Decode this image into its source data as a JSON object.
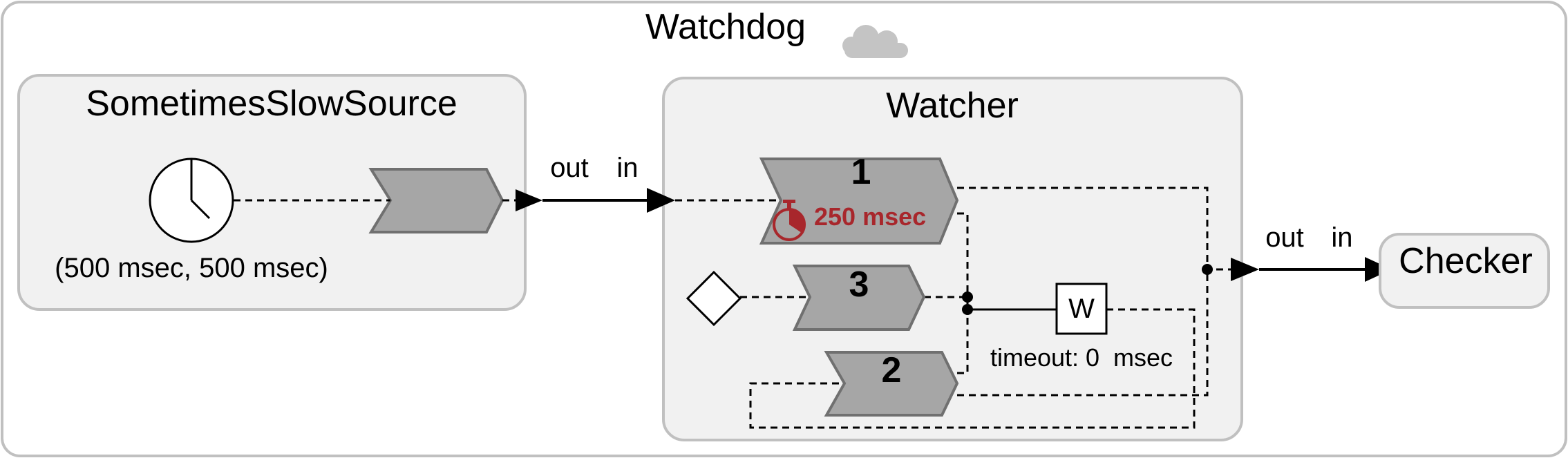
{
  "diagram": {
    "title": "Watchdog",
    "title_icon": "cloud-icon",
    "source": {
      "title": "SometimesSlowSource",
      "timer_label": "(500 msec, 500 msec)",
      "timer_icon": "clock-icon",
      "port_out": "out"
    },
    "watcher": {
      "title": "Watcher",
      "port_in": "in",
      "port_out": "out",
      "reaction1": {
        "label": "1",
        "deadline": "250 msec",
        "deadline_icon": "stopwatch-icon"
      },
      "reaction3": {
        "label": "3",
        "trigger_icon": "diamond-icon"
      },
      "reaction2": {
        "label": "2"
      },
      "action": {
        "label": "W",
        "timeout": "timeout: 0  msec"
      }
    },
    "checker": {
      "title": "Checker",
      "port_in": "in"
    },
    "colors": {
      "reactor_fill": "#f1f1f1",
      "reactor_stroke": "#c0c0c0",
      "reaction_fill": "#a6a6a6",
      "reaction_stroke": "#707070",
      "deadline": "#a8272c",
      "cloud": "#c4c4c4"
    }
  }
}
